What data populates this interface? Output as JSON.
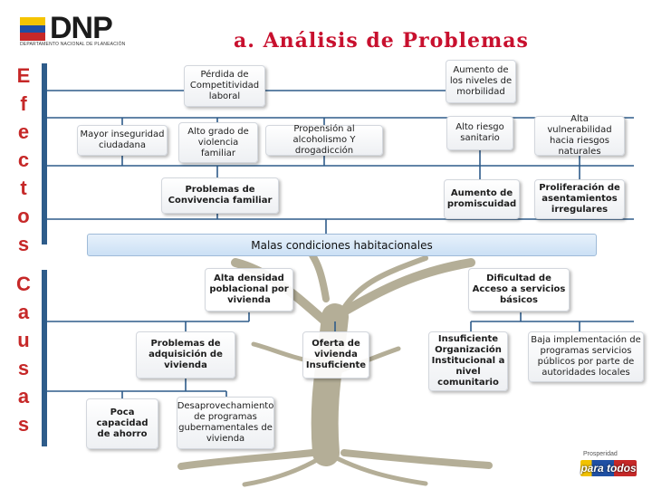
{
  "logo": {
    "name": "DNP",
    "subtitle": "DEPARTAMENTO NACIONAL DE PLANEACIÓN",
    "flag_colors": [
      "#f5c400",
      "#1f4fa3",
      "#c62828"
    ]
  },
  "title": "a. Análisis de Problemas",
  "side_labels": {
    "efectos": [
      "E",
      "f",
      "e",
      "c",
      "t",
      "o",
      "s"
    ],
    "causas": [
      "C",
      "a",
      "u",
      "s",
      "a",
      "s"
    ]
  },
  "effects": {
    "perdida": "Pérdida de Competitividad laboral",
    "aumento_morbilidad": "Aumento de los niveles de morbilidad",
    "inseguridad": "Mayor inseguridad ciudadana",
    "violencia": "Alto grado de violencia familiar",
    "alcoholismo": "Propensión al alcoholismo Y drogadicción",
    "riesgo_sanitario": "Alto riesgo sanitario",
    "vulnerabilidad": "Alta vulnerabilidad hacia riesgos naturales",
    "convivencia": "Problemas de Convivencia familiar",
    "promiscuidad": "Aumento de promiscuidad",
    "asentamientos": "Proliferación de asentamientos irregulares"
  },
  "central_problem": "Malas condiciones habitacionales",
  "causes": {
    "densidad": "Alta densidad poblacional por vivienda",
    "acceso": "Dificultad de Acceso a servicios básicos",
    "adquisicion": "Problemas de adquisición de vivienda",
    "oferta": "Oferta de vivienda Insuficiente",
    "organizacion": "Insuficiente Organización Institucional a nivel comunitario",
    "programas": "Baja implementación de programas servicios públicos por parte de autoridades locales",
    "ahorro": "Poca capacidad de ahorro",
    "desaprovechamiento": "Desaprovechamiento de programas gubernamentales de vivienda"
  },
  "footer": {
    "slogan_small": "Prosperidad",
    "slogan": "para todos"
  },
  "colors": {
    "title": "#c8102e",
    "side_letters": "#c62828",
    "connector": "#2e5c8a",
    "trunk": "#a8a186"
  }
}
